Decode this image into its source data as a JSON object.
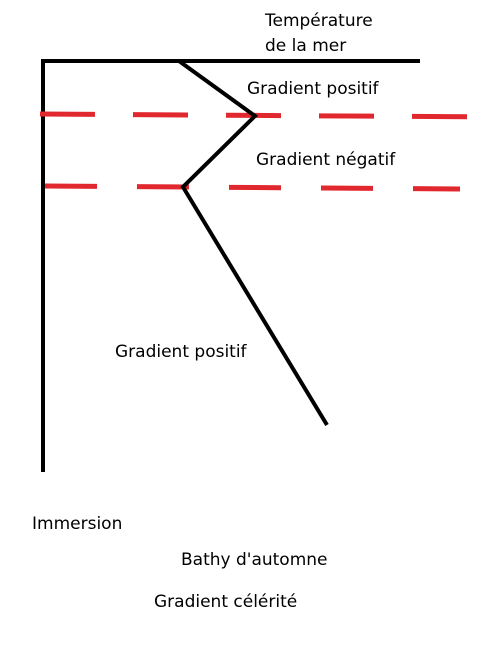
{
  "colors": {
    "axis": "#000000",
    "profile": "#000000",
    "dashed_layer": "#e0282e",
    "background": "#ffffff"
  },
  "labels": {
    "temperature_line1": "Température",
    "temperature_line2": "de la mer",
    "gradient_positive_top": "Gradient positif",
    "gradient_negative": "Gradient négatif",
    "gradient_positive_bottom": "Gradient positif",
    "immersion": "Immersion",
    "bathy": "Bathy d'automne",
    "gradient_celerity": "Gradient célérité"
  }
}
